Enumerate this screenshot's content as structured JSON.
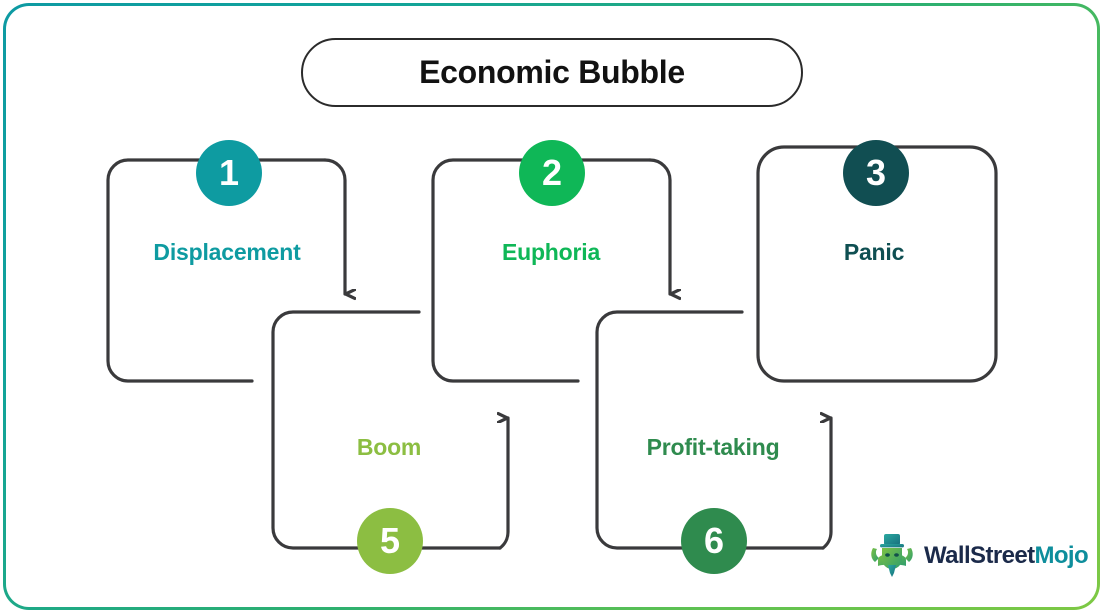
{
  "page": {
    "title": "Economic Bubble",
    "border_gradient_from": "#0d9aa3",
    "border_gradient_to": "#7ec944",
    "background": "#ffffff",
    "stroke_color": "#3a3a3c"
  },
  "diagram": {
    "type": "cycle-flow",
    "title": "Economic Bubble",
    "stages": [
      {
        "number": "1",
        "label": "Displacement",
        "color": "#0e9ba1",
        "badge_color": "#0e9ba1",
        "row": "top",
        "column": 1
      },
      {
        "number": "2",
        "label": "Euphoria",
        "color": "#0fb757",
        "badge_color": "#0fb757",
        "row": "top",
        "column": 2
      },
      {
        "number": "3",
        "label": "Panic",
        "color": "#0f4f52",
        "badge_color": "#114e52",
        "row": "top",
        "column": 3
      },
      {
        "number": "5",
        "label": "Boom",
        "color": "#8cbe42",
        "badge_color": "#8cbe42",
        "row": "bottom",
        "column": 1
      },
      {
        "number": "6",
        "label": "Profit-taking",
        "color": "#2f8b4e",
        "badge_color": "#2f8b4e",
        "row": "bottom",
        "column": 2
      }
    ],
    "flow_order": [
      "Displacement",
      "Boom",
      "Euphoria",
      "Profit-taking",
      "Panic"
    ],
    "arrows": [
      {
        "from": "Displacement",
        "to": "Boom",
        "direction": "down"
      },
      {
        "from": "Boom",
        "to": "Euphoria",
        "direction": "up"
      },
      {
        "from": "Euphoria",
        "to": "Profit-taking",
        "direction": "down"
      },
      {
        "from": "Profit-taking",
        "to": "Panic",
        "direction": "up"
      }
    ]
  },
  "logo": {
    "brand_primary": "WallStreet",
    "brand_secondary": "Mojo",
    "primary_color": "#1b2a4a",
    "secondary_color": "#0e8e9c",
    "mark": "bull-mascot-tophat-icon"
  }
}
